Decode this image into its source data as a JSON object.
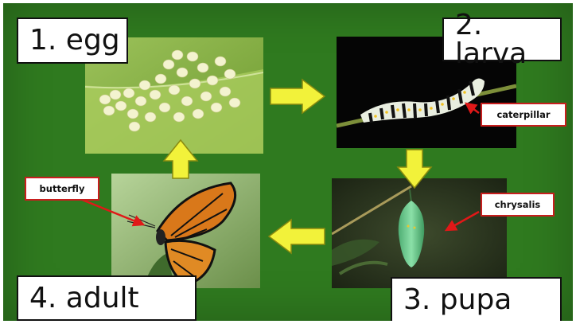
{
  "stages": [
    {
      "label": "1. egg"
    },
    {
      "label": "2. larva"
    },
    {
      "label": "3. pupa"
    },
    {
      "label": "4. adult"
    }
  ],
  "callouts": {
    "caterpillar": "caterpillar",
    "chrysalis": "chrysalis",
    "butterfly": "butterfly"
  },
  "colors": {
    "background": "#2f7a1f",
    "arrow_fill": "#f2f23a",
    "callout_border": "#c81e1e"
  },
  "icons": [
    "arrow-right-icon",
    "arrow-down-icon",
    "arrow-left-icon",
    "arrow-up-icon"
  ]
}
